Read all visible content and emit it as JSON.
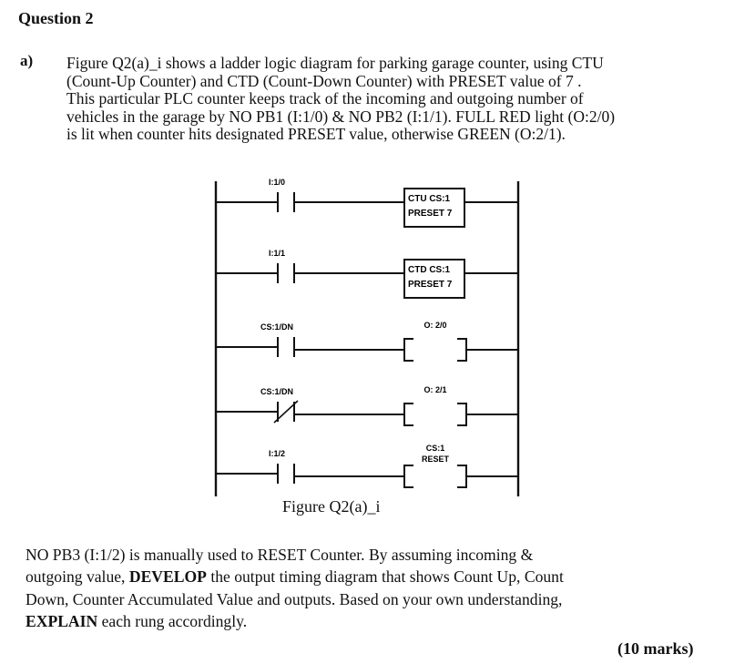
{
  "question": {
    "title": "Question 2",
    "part": "a)"
  },
  "intro_lines": [
    "Figure Q2(a)_i shows a ladder logic diagram for parking garage counter, using CTU",
    "(Count-Up Counter) and CTD (Count-Down Counter) with PRESET value of  7   .",
    "This particular PLC counter keeps track of the incoming and outgoing number of",
    "vehicles in the garage by NO PB1 (I:1/0) & NO PB2 (I:1/1). FULL RED light (O:2/0)",
    "is lit when counter hits designated PRESET value, otherwise GREEN (O:2/1)."
  ],
  "ladder": {
    "rungs": [
      {
        "contact_label": "I:1/0",
        "contact_type": "NO",
        "out_type": "block",
        "out_line1": "CTU CS:1",
        "out_line2": "PRESET 7"
      },
      {
        "contact_label": "I:1/1",
        "contact_type": "NO",
        "out_type": "block",
        "out_line1": "CTD CS:1",
        "out_line2": "PRESET 7"
      },
      {
        "contact_label": "CS:1/DN",
        "contact_type": "NO",
        "out_type": "coil",
        "out_line1": "O: 2/0",
        "out_line2": ""
      },
      {
        "contact_label": "CS:1/DN",
        "contact_type": "NC",
        "out_type": "coil",
        "out_line1": "O: 2/1",
        "out_line2": ""
      },
      {
        "contact_label": "I:1/2",
        "contact_type": "NO",
        "out_type": "coil",
        "out_line1": "CS:1",
        "out_line2": "RESET"
      }
    ]
  },
  "figure_caption": "Figure Q2(a)_i",
  "body_lines": [
    {
      "segments": [
        {
          "text": "NO PB3 (I:1/2) is manually used to RESET Counter. By assuming incoming &",
          "bold": false
        }
      ]
    },
    {
      "segments": [
        {
          "text": "outgoing value, ",
          "bold": false
        },
        {
          "text": "DEVELOP",
          "bold": true
        },
        {
          "text": " the output timing diagram that shows Count Up, Count",
          "bold": false
        }
      ]
    },
    {
      "segments": [
        {
          "text": "Down, Counter Accumulated Value and outputs. Based on your own understanding,",
          "bold": false
        }
      ]
    },
    {
      "segments": [
        {
          "text": "EXPLAIN",
          "bold": true
        },
        {
          "text": " each rung accordingly.",
          "bold": false
        }
      ]
    }
  ],
  "marks": "(10 marks)"
}
